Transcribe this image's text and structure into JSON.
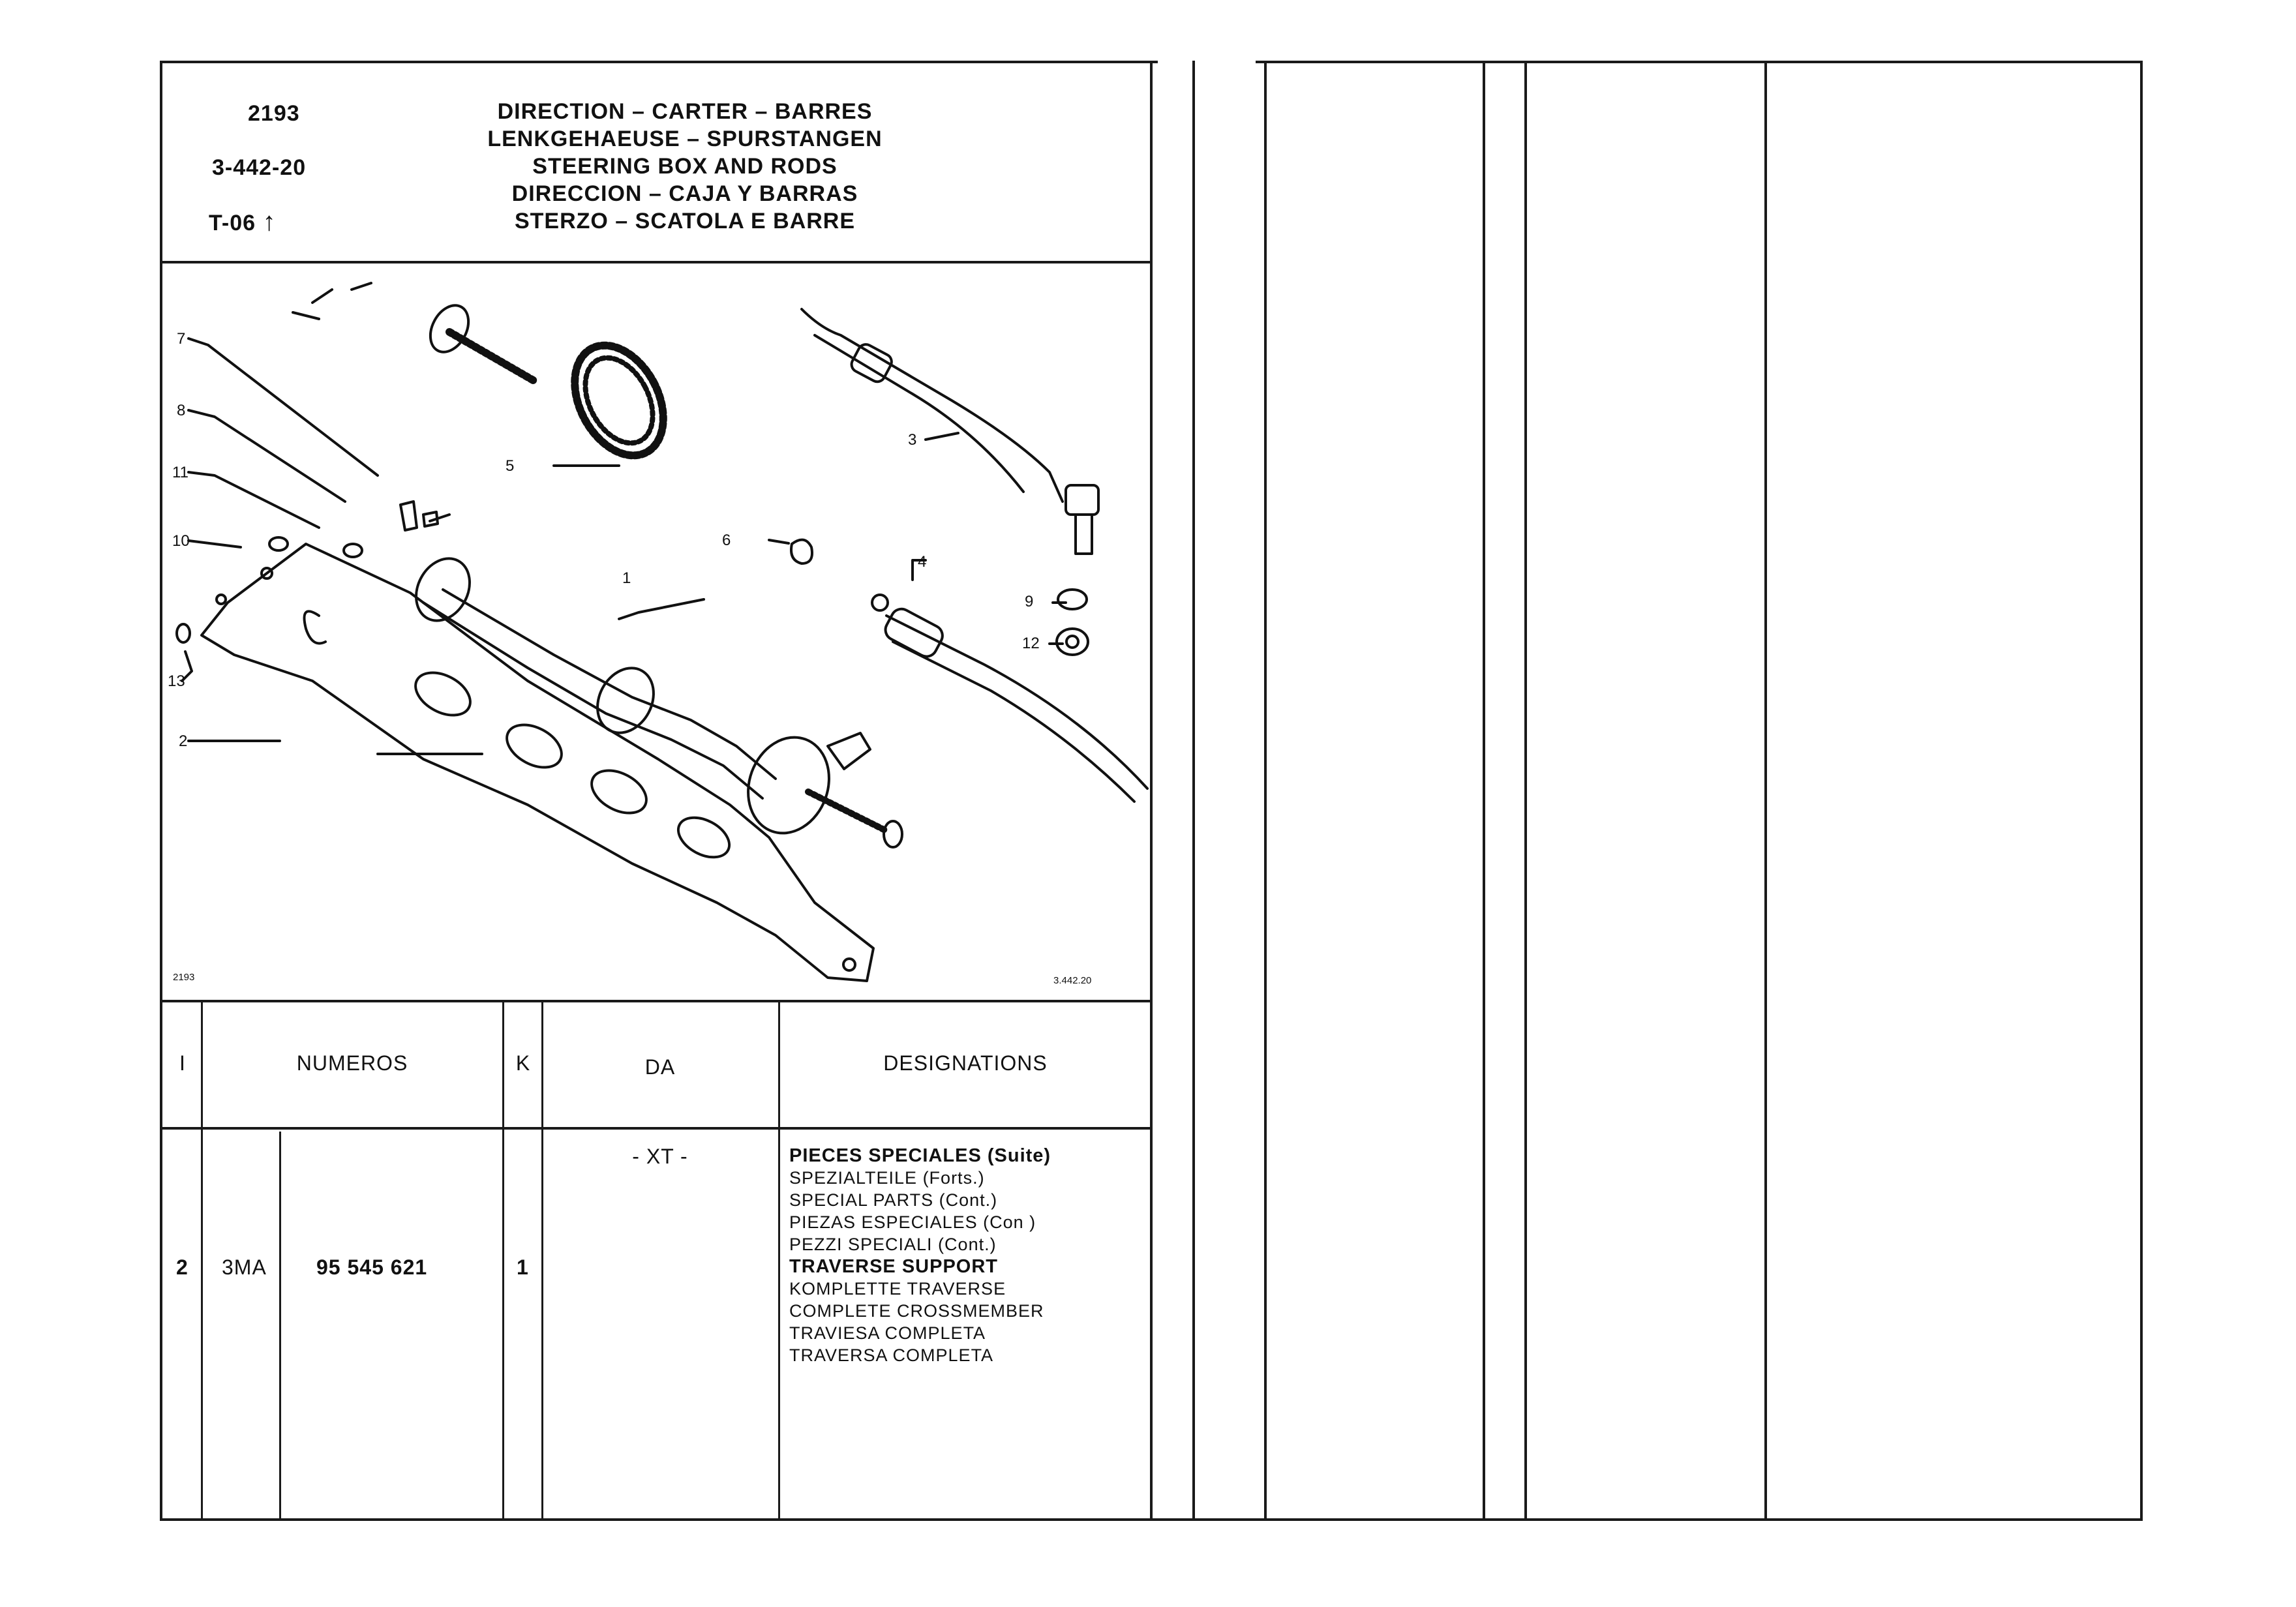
{
  "header": {
    "plate_number": "2193",
    "reference": "3-442-20",
    "type_code": "T-06",
    "arrow": "↑",
    "titles": [
      "DIRECTION – CARTER – BARRES",
      "LENKGEHAEUSE – SPURSTANGEN",
      "STEERING BOX AND RODS",
      "DIRECCION – CAJA Y BARRAS",
      "STERZO – SCATOLA E BARRE"
    ]
  },
  "diagram": {
    "corner_left": "2193",
    "corner_right": "3.442.20",
    "callouts": [
      "1",
      "2",
      "3",
      "4",
      "5",
      "6",
      "7",
      "8",
      "9",
      "10",
      "11",
      "12",
      "13"
    ]
  },
  "table": {
    "headers": {
      "index": "I",
      "numeros": "NUMEROS",
      "k": "K",
      "da": "DA",
      "designations": "DESIGNATIONS"
    },
    "section_marker": "- XT -",
    "section_lines": [
      "PIECES SPECIALES (Suite)",
      "SPEZIALTEILE (Forts.)",
      "SPECIAL PARTS (Cont.)",
      "PIEZAS ESPECIALES (Con )",
      "PEZZI SPECIALI (Cont.)"
    ],
    "rows": [
      {
        "index": "2",
        "code": "3MA",
        "number": "95 545 621",
        "qty": "1",
        "designations": [
          "TRAVERSE SUPPORT",
          "KOMPLETTE TRAVERSE",
          "COMPLETE CROSSMEMBER",
          "TRAVIESA COMPLETA",
          "TRAVERSA COMPLETA"
        ]
      }
    ]
  }
}
